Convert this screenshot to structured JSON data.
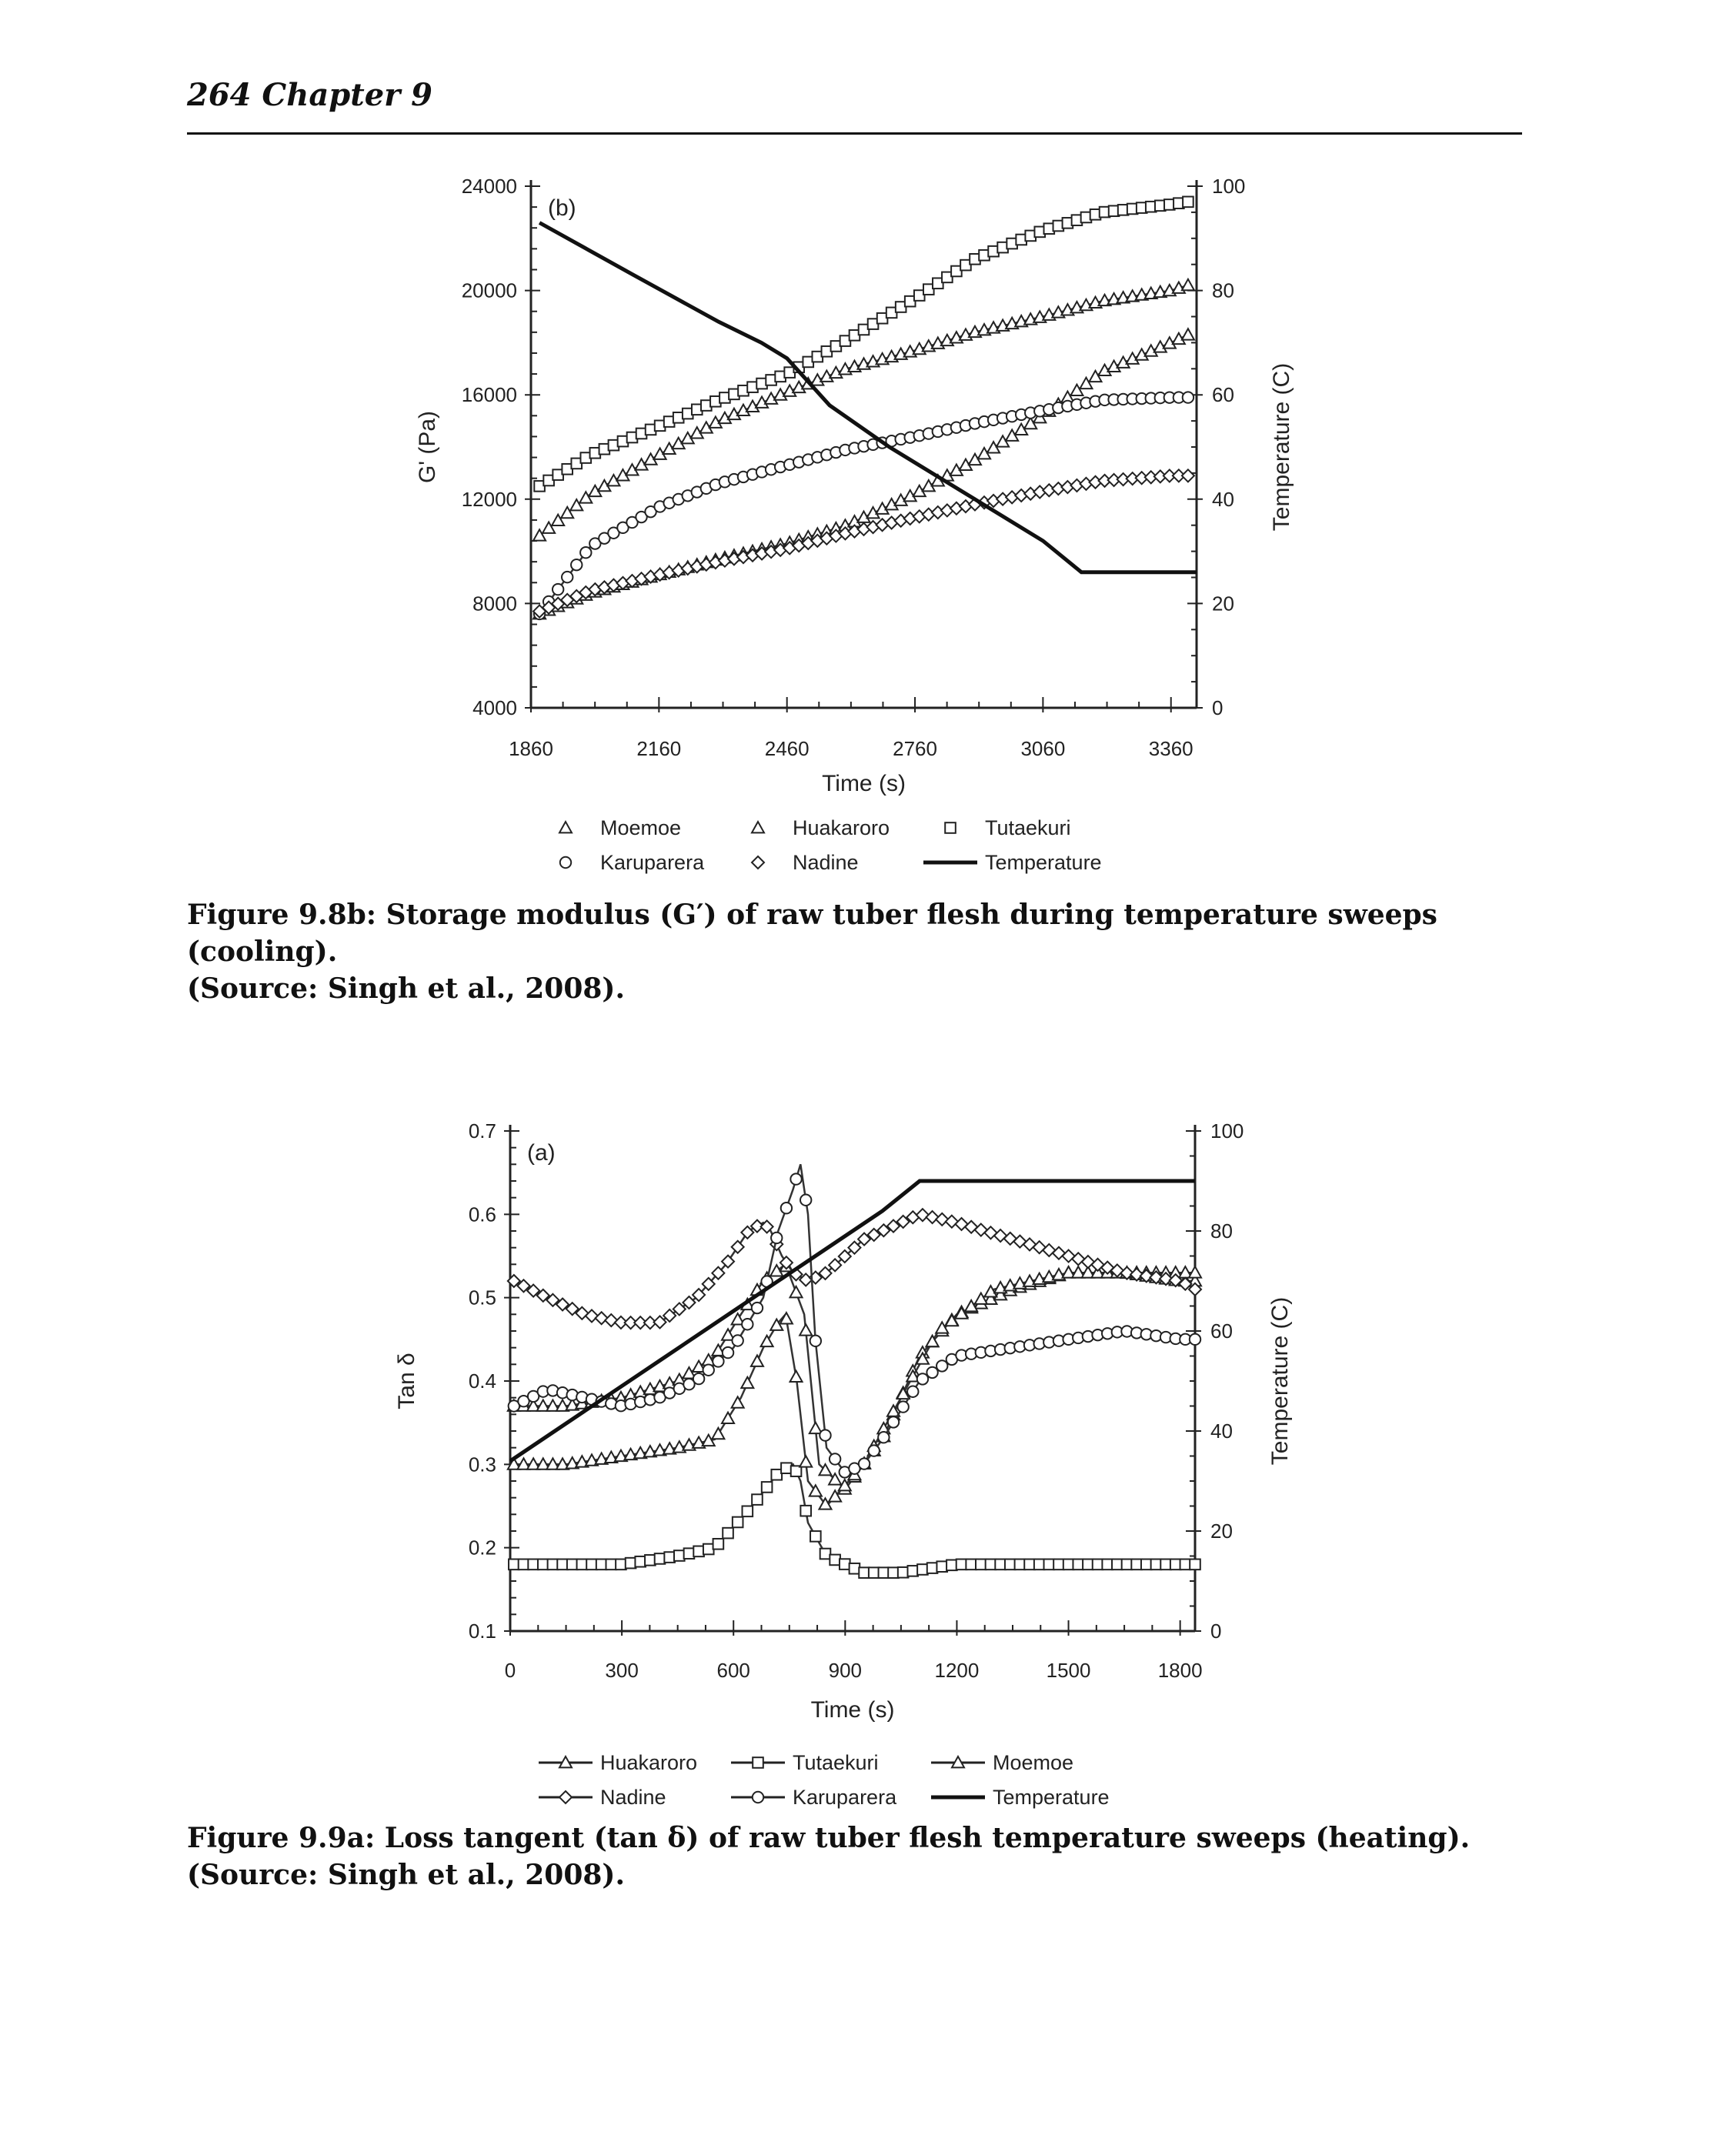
{
  "page": {
    "header": "264 Chapter 9"
  },
  "figures": [
    {
      "id": "fig98b",
      "caption_title": "Figure 9.8b: Storage modulus (G′) of raw tuber flesh during temperature sweeps (cooling).",
      "caption_source": "(Source: Singh et al., 2008).",
      "panel_label": "(b)",
      "xlabel": "Time (s)",
      "ylabel": "G' (Pa)",
      "y2label": "Temperature (C)"
    },
    {
      "id": "fig99a",
      "caption_title": "Figure 9.9a: Loss tangent (tan δ) of raw tuber flesh temperature sweeps (heating).",
      "caption_source": "(Source: Singh et al., 2008).",
      "panel_label": "(a)",
      "xlabel": "Time (s)",
      "ylabel": "Tan δ",
      "y2label": "Temperature (C)"
    }
  ],
  "chart_data": [
    {
      "type": "scatter",
      "title": "",
      "panel_label": "(b)",
      "xlabel": "Time (s)",
      "ylabel": "G' (Pa)",
      "y2label": "Temperature (C)",
      "xlim": [
        1860,
        3420
      ],
      "ylim": [
        4000,
        24000
      ],
      "y2lim": [
        0,
        100
      ],
      "xticks": [
        1860,
        2160,
        2460,
        2760,
        3060,
        3360
      ],
      "yticks": [
        4000,
        8000,
        12000,
        16000,
        20000,
        24000
      ],
      "y2ticks": [
        0,
        20,
        40,
        60,
        80,
        100
      ],
      "legend_position": "bottom",
      "series": [
        {
          "name": "Moemoe",
          "marker": "triangle",
          "axis": "y",
          "x": [
            1880,
            2000,
            2160,
            2300,
            2460,
            2600,
            2760,
            2900,
            3060,
            3200,
            3360,
            3400
          ],
          "y": [
            10600,
            12200,
            13700,
            15000,
            16100,
            17000,
            17700,
            18400,
            19000,
            19600,
            20000,
            20200
          ]
        },
        {
          "name": "Huakaroro",
          "marker": "triangle",
          "axis": "y",
          "x": [
            1880,
            2000,
            2160,
            2300,
            2460,
            2600,
            2760,
            2900,
            3060,
            3200,
            3360,
            3400
          ],
          "y": [
            7600,
            8400,
            9100,
            9700,
            10300,
            11000,
            12200,
            13500,
            15200,
            16900,
            18000,
            18300
          ]
        },
        {
          "name": "Tutaekuri",
          "marker": "square",
          "axis": "y",
          "x": [
            1880,
            2000,
            2160,
            2300,
            2460,
            2600,
            2760,
            2900,
            3060,
            3200,
            3360,
            3400
          ],
          "y": [
            12500,
            13700,
            14800,
            15800,
            16800,
            18100,
            19700,
            21200,
            22300,
            23000,
            23300,
            23400
          ]
        },
        {
          "name": "Karuparera",
          "marker": "circle",
          "axis": "y",
          "x": [
            1880,
            2000,
            2160,
            2300,
            2460,
            2600,
            2760,
            2900,
            3060,
            3200,
            3360,
            3400
          ],
          "y": [
            7600,
            10200,
            11700,
            12600,
            13300,
            13900,
            14400,
            14900,
            15400,
            15800,
            15900,
            15900
          ]
        },
        {
          "name": "Nadine",
          "marker": "diamond",
          "axis": "y",
          "x": [
            1880,
            2000,
            2160,
            2300,
            2460,
            2600,
            2760,
            2900,
            3060,
            3200,
            3360,
            3400
          ],
          "y": [
            7700,
            8500,
            9100,
            9600,
            10100,
            10700,
            11300,
            11800,
            12300,
            12700,
            12900,
            12900
          ]
        },
        {
          "name": "Temperature",
          "marker": "line",
          "axis": "y2",
          "x": [
            1880,
            2100,
            2300,
            2400,
            2460,
            2560,
            2700,
            2900,
            3060,
            3150,
            3200,
            3420
          ],
          "y": [
            93,
            83,
            74,
            70,
            67,
            58,
            50,
            40,
            32,
            26,
            26,
            26
          ]
        }
      ]
    },
    {
      "type": "scatter",
      "title": "",
      "panel_label": "(a)",
      "xlabel": "Time (s)",
      "ylabel": "Tan δ",
      "y2label": "Temperature (C)",
      "xlim": [
        0,
        1840
      ],
      "ylim": [
        0.1,
        0.7
      ],
      "y2lim": [
        0,
        100
      ],
      "xticks": [
        0,
        300,
        600,
        900,
        1200,
        1500,
        1800
      ],
      "yticks": [
        0.1,
        0.2,
        0.3,
        0.4,
        0.5,
        0.6,
        0.7
      ],
      "y2ticks": [
        0,
        20,
        40,
        60,
        80,
        100
      ],
      "legend_position": "bottom",
      "series": [
        {
          "name": "Huakaroro",
          "marker": "triangle",
          "axis": "y",
          "x": [
            10,
            150,
            300,
            450,
            550,
            620,
            680,
            740,
            790,
            830,
            900,
            1000,
            1100,
            1200,
            1350,
            1500,
            1650,
            1800,
            1840
          ],
          "y": [
            0.37,
            0.37,
            0.38,
            0.4,
            0.43,
            0.48,
            0.52,
            0.54,
            0.48,
            0.3,
            0.27,
            0.33,
            0.43,
            0.48,
            0.51,
            0.53,
            0.53,
            0.52,
            0.52
          ]
        },
        {
          "name": "Tutaekuri",
          "marker": "square",
          "axis": "y",
          "x": [
            10,
            150,
            300,
            450,
            550,
            650,
            720,
            760,
            780,
            800,
            850,
            950,
            1050,
            1200,
            1400,
            1600,
            1800,
            1840
          ],
          "y": [
            0.18,
            0.18,
            0.18,
            0.19,
            0.2,
            0.25,
            0.29,
            0.3,
            0.28,
            0.23,
            0.19,
            0.17,
            0.17,
            0.18,
            0.18,
            0.18,
            0.18,
            0.18
          ]
        },
        {
          "name": "Moemoe",
          "marker": "triangle",
          "axis": "y",
          "x": [
            10,
            150,
            300,
            450,
            550,
            620,
            680,
            720,
            740,
            770,
            800,
            850,
            950,
            1050,
            1150,
            1300,
            1500,
            1650,
            1800,
            1840
          ],
          "y": [
            0.3,
            0.3,
            0.31,
            0.32,
            0.33,
            0.38,
            0.44,
            0.47,
            0.48,
            0.4,
            0.28,
            0.25,
            0.3,
            0.38,
            0.46,
            0.51,
            0.53,
            0.53,
            0.53,
            0.53
          ]
        },
        {
          "name": "Nadine",
          "marker": "diamond",
          "axis": "y",
          "x": [
            10,
            100,
            200,
            300,
            400,
            500,
            580,
            640,
            680,
            700,
            730,
            760,
            800,
            850,
            900,
            950,
            1000,
            1050,
            1100,
            1200,
            1350,
            1500,
            1650,
            1800,
            1840
          ],
          "y": [
            0.52,
            0.5,
            0.48,
            0.47,
            0.47,
            0.5,
            0.54,
            0.58,
            0.59,
            0.58,
            0.55,
            0.53,
            0.52,
            0.53,
            0.55,
            0.57,
            0.58,
            0.59,
            0.6,
            0.59,
            0.57,
            0.55,
            0.53,
            0.52,
            0.51
          ]
        },
        {
          "name": "Karuparera",
          "marker": "circle",
          "axis": "y",
          "x": [
            10,
            100,
            200,
            300,
            400,
            500,
            600,
            680,
            720,
            760,
            780,
            800,
            820,
            850,
            900,
            950,
            1000,
            1100,
            1200,
            1350,
            1500,
            1650,
            1800,
            1840
          ],
          "y": [
            0.37,
            0.39,
            0.38,
            0.37,
            0.38,
            0.4,
            0.44,
            0.5,
            0.58,
            0.63,
            0.66,
            0.6,
            0.45,
            0.32,
            0.29,
            0.3,
            0.33,
            0.4,
            0.43,
            0.44,
            0.45,
            0.46,
            0.45,
            0.45
          ]
        },
        {
          "name": "Temperature",
          "marker": "line",
          "axis": "y2",
          "x": [
            0,
            200,
            400,
            600,
            800,
            1000,
            1100,
            1840
          ],
          "y": [
            34,
            44,
            54,
            64,
            74,
            84,
            90,
            90
          ]
        }
      ]
    }
  ],
  "legends": [
    [
      {
        "label": "Moemoe",
        "marker": "triangle"
      },
      {
        "label": "Huakaroro",
        "marker": "triangle"
      },
      {
        "label": "Tutaekuri",
        "marker": "square"
      },
      {
        "label": "Karuparera",
        "marker": "circle"
      },
      {
        "label": "Nadine",
        "marker": "diamond"
      },
      {
        "label": "Temperature",
        "marker": "line"
      }
    ],
    [
      {
        "label": "Huakaroro",
        "marker": "triangle"
      },
      {
        "label": "Tutaekuri",
        "marker": "square"
      },
      {
        "label": "Moemoe",
        "marker": "triangle"
      },
      {
        "label": "Nadine",
        "marker": "diamond"
      },
      {
        "label": "Karuparera",
        "marker": "circle"
      },
      {
        "label": "Temperature",
        "marker": "line"
      }
    ]
  ],
  "colors": {
    "ink": "#222222",
    "background": "#ffffff"
  }
}
